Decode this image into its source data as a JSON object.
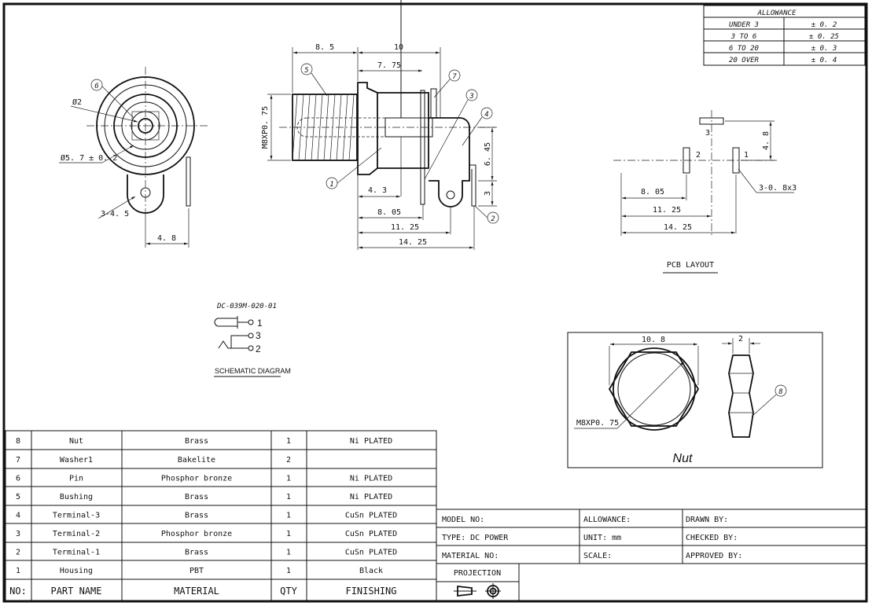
{
  "allowance_table": {
    "title": "ALLOWANCE",
    "rows": [
      {
        "range": "UNDER 3",
        "tol": "± 0. 2"
      },
      {
        "range": "3 TO 6",
        "tol": "± 0. 25"
      },
      {
        "range": "6 TO 20",
        "tol": "± 0. 3"
      },
      {
        "range": "20 OVER",
        "tol": "± 0. 4"
      }
    ]
  },
  "front_view": {
    "dim_pin": "Ø2",
    "dim_outer": "Ø5. 7 ± 0. 2",
    "dim_tab": "3-4. 5",
    "dim_width": "4. 8",
    "balloon": "6"
  },
  "side_view": {
    "thread": "M8XP0. 75",
    "dims": {
      "d1": "8. 5",
      "d2": "10",
      "d3": "7. 75",
      "d4": "4. 3",
      "d5": "8. 05",
      "d6": "11. 25",
      "d7": "14. 25",
      "d8": "6. 45",
      "d9": "3"
    },
    "balloons": [
      "1",
      "2",
      "3",
      "4",
      "5",
      "7"
    ]
  },
  "pcb_layout": {
    "title": "PCB LAYOUT",
    "pads": [
      "1",
      "2",
      "3"
    ],
    "dims": {
      "d1": "8. 05",
      "d2": "11. 25",
      "d3": "14. 25",
      "d4": "4. 8",
      "hole": "3-0. 8x3"
    }
  },
  "schematic": {
    "part_code": "DC-039M-020-01",
    "pins": [
      "1",
      "3",
      "2"
    ],
    "title": "SCHEMATIC DIAGRAM"
  },
  "nut_view": {
    "dim_width": "10. 8",
    "dim_thick": "2",
    "thread": "M8XP0. 75",
    "balloon": "8",
    "label": "Nut"
  },
  "parts_table": {
    "headers": {
      "no": "NO:",
      "name": "PART NAME",
      "material": "MATERIAL",
      "qty": "QTY",
      "finishing": "FINISHING"
    },
    "rows": [
      {
        "no": "8",
        "name": "Nut",
        "material": "Brass",
        "qty": "1",
        "finishing": "Ni PLATED"
      },
      {
        "no": "7",
        "name": "Washer1",
        "material": "Bakelite",
        "qty": "2",
        "finishing": ""
      },
      {
        "no": "6",
        "name": "Pin",
        "material": "Phosphor bronze",
        "qty": "1",
        "finishing": "Ni PLATED"
      },
      {
        "no": "5",
        "name": "Bushing",
        "material": "Brass",
        "qty": "1",
        "finishing": "Ni PLATED"
      },
      {
        "no": "4",
        "name": "Terminal-3",
        "material": "Brass",
        "qty": "1",
        "finishing": "CuSn PLATED"
      },
      {
        "no": "3",
        "name": "Terminal-2",
        "material": "Phosphor bronze",
        "qty": "1",
        "finishing": "CuSn PLATED"
      },
      {
        "no": "2",
        "name": "Terminal-1",
        "material": "Brass",
        "qty": "1",
        "finishing": "CuSn PLATED"
      },
      {
        "no": "1",
        "name": "Housing",
        "material": "PBT",
        "qty": "1",
        "finishing": "Black"
      }
    ]
  },
  "title_block": {
    "model_no": "MODEL NO:",
    "type": "TYPE: DC POWER",
    "material_no": "MATERIAL NO:",
    "allowance": "ALLOWANCE:",
    "unit": "UNIT:   mm",
    "scale": "SCALE:",
    "drawn_by": "DRAWN    BY:",
    "checked_by": "CHECKED  BY:",
    "approved_by": "APPROVED BY:",
    "projection": "PROJECTION"
  }
}
